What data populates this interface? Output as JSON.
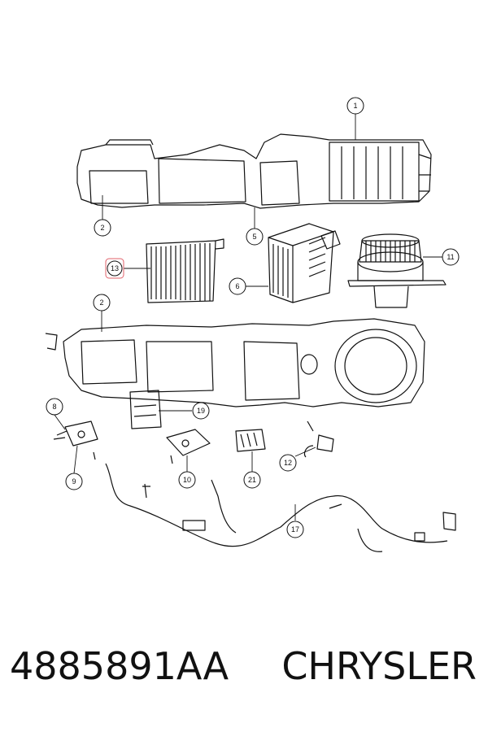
{
  "callouts": {
    "c1": "1",
    "c2a": "2",
    "c2b": "2",
    "c5": "5",
    "c6": "6",
    "c8": "8",
    "c9": "9",
    "c10": "10",
    "c11": "11",
    "c12": "12",
    "c13": "13",
    "c17": "17",
    "c19": "19",
    "c21": "21"
  },
  "highlight_color": "#e0606a",
  "footer": {
    "part_number": "4885891AA",
    "brand": "CHRYSLER"
  }
}
